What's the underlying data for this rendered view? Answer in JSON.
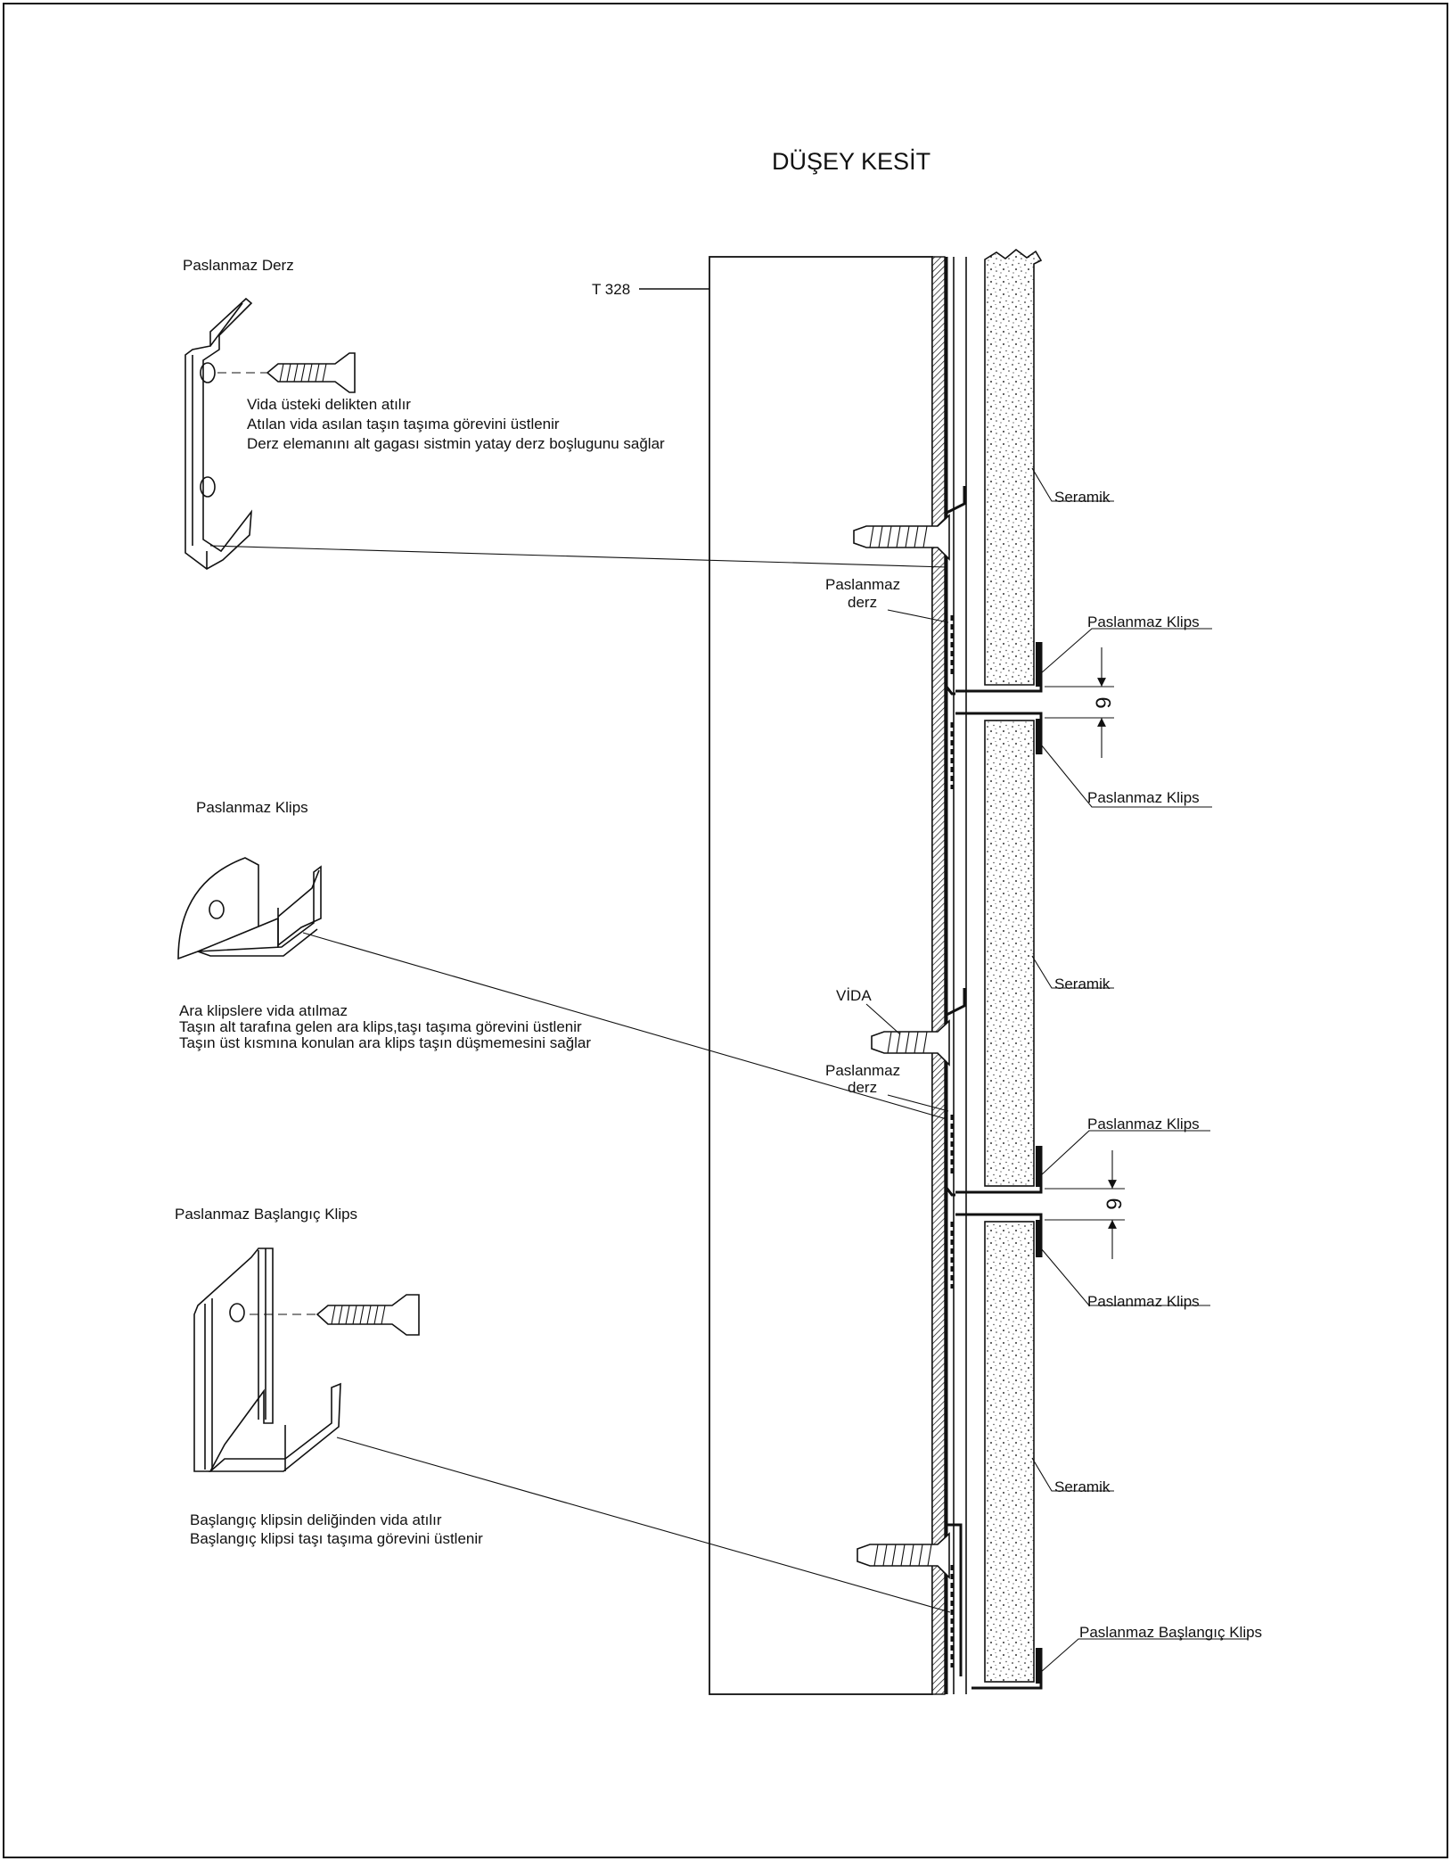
{
  "title": "DÜŞEY KESİT",
  "labels": {
    "panel_code": "T 328",
    "derz_heading": "Paslanmaz Derz",
    "klips_heading": "Paslanmaz Klips",
    "baslangic_heading": "Paslanmaz Başlangıç Klips",
    "seramik": "Seramik",
    "paslanmaz_klips": "Paslanmaz Klips",
    "paslanmaz_derz_1": "Paslanmaz",
    "paslanmaz_derz_2": "derz",
    "vida": "VİDA",
    "baslangic_klips": "Paslanmaz Başlangıç Klips",
    "gap_dimension": "6"
  },
  "notes": {
    "derz": [
      "Vida üsteki delikten atılır",
      "Atılan vida asılan taşın taşıma görevini üstlenir",
      "Derz elemanını alt gagası sistmin yatay derz boşlugunu sağlar"
    ],
    "klips": [
      "Ara klipslere vida atılmaz",
      "Taşın alt tarafına gelen ara klips,taşı taşıma görevini üstlenir",
      "Taşın üst kısmına konulan ara klips taşın düşmemesini sağlar"
    ],
    "baslangic": [
      "Başlangıç klipsin deliğinden  vida atılır",
      "Başlangıç klipsi taşı taşıma görevini üstlenir"
    ]
  }
}
